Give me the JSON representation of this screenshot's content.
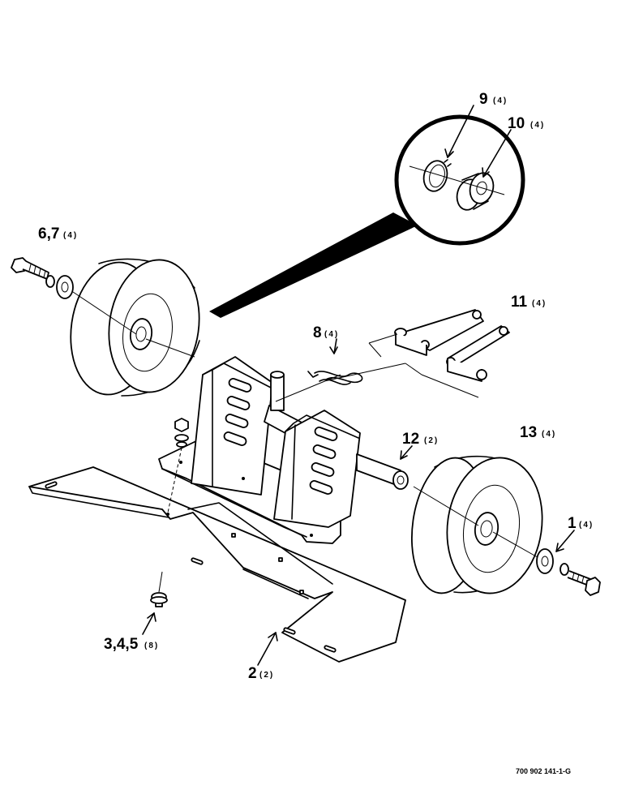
{
  "drawing_number": "700 902 141-1-G",
  "callouts": [
    {
      "id": "c9",
      "number": "9",
      "qty": "(4)"
    },
    {
      "id": "c10",
      "number": "10",
      "qty": "(4)"
    },
    {
      "id": "c67",
      "number": "6,7",
      "qty": "(4)"
    },
    {
      "id": "c8",
      "number": "8",
      "qty": "(4)"
    },
    {
      "id": "c11",
      "number": "11",
      "qty": "(4)"
    },
    {
      "id": "c12",
      "number": "12",
      "qty": "(2)"
    },
    {
      "id": "c13",
      "number": "13",
      "qty": "(4)"
    },
    {
      "id": "c1",
      "number": "1",
      "qty": "(4)"
    },
    {
      "id": "c345",
      "number": "3,4,5",
      "qty": "(8)"
    },
    {
      "id": "c2",
      "number": "2",
      "qty": "(2)"
    }
  ]
}
